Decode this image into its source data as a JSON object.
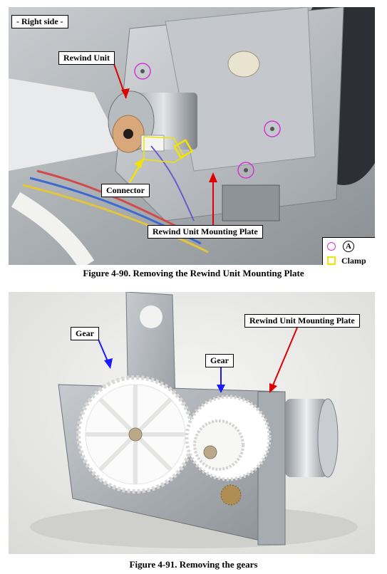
{
  "figure1": {
    "caption": "Figure 4-90.  Removing the Rewind Unit Mounting Plate",
    "side_label": "- Right side -",
    "callouts": {
      "rewind_unit": "Rewind Unit",
      "connector": "Connector",
      "mounting_plate": "Rewind Unit Mounting Plate"
    },
    "legend": {
      "screw_mark": "A",
      "clamp": "Clamp"
    }
  },
  "figure2": {
    "caption": "Figure 4-91.  Removing the gears",
    "callouts": {
      "gear_left": "Gear",
      "gear_center": "Gear",
      "mounting_plate": "Rewind Unit Mounting Plate"
    }
  },
  "colors": {
    "screw_circle": "#d233d2",
    "clamp_square": "#f2e400",
    "arrow_red": "#e00000",
    "arrow_yellow": "#f2e400",
    "arrow_blue": "#1a1aff"
  }
}
